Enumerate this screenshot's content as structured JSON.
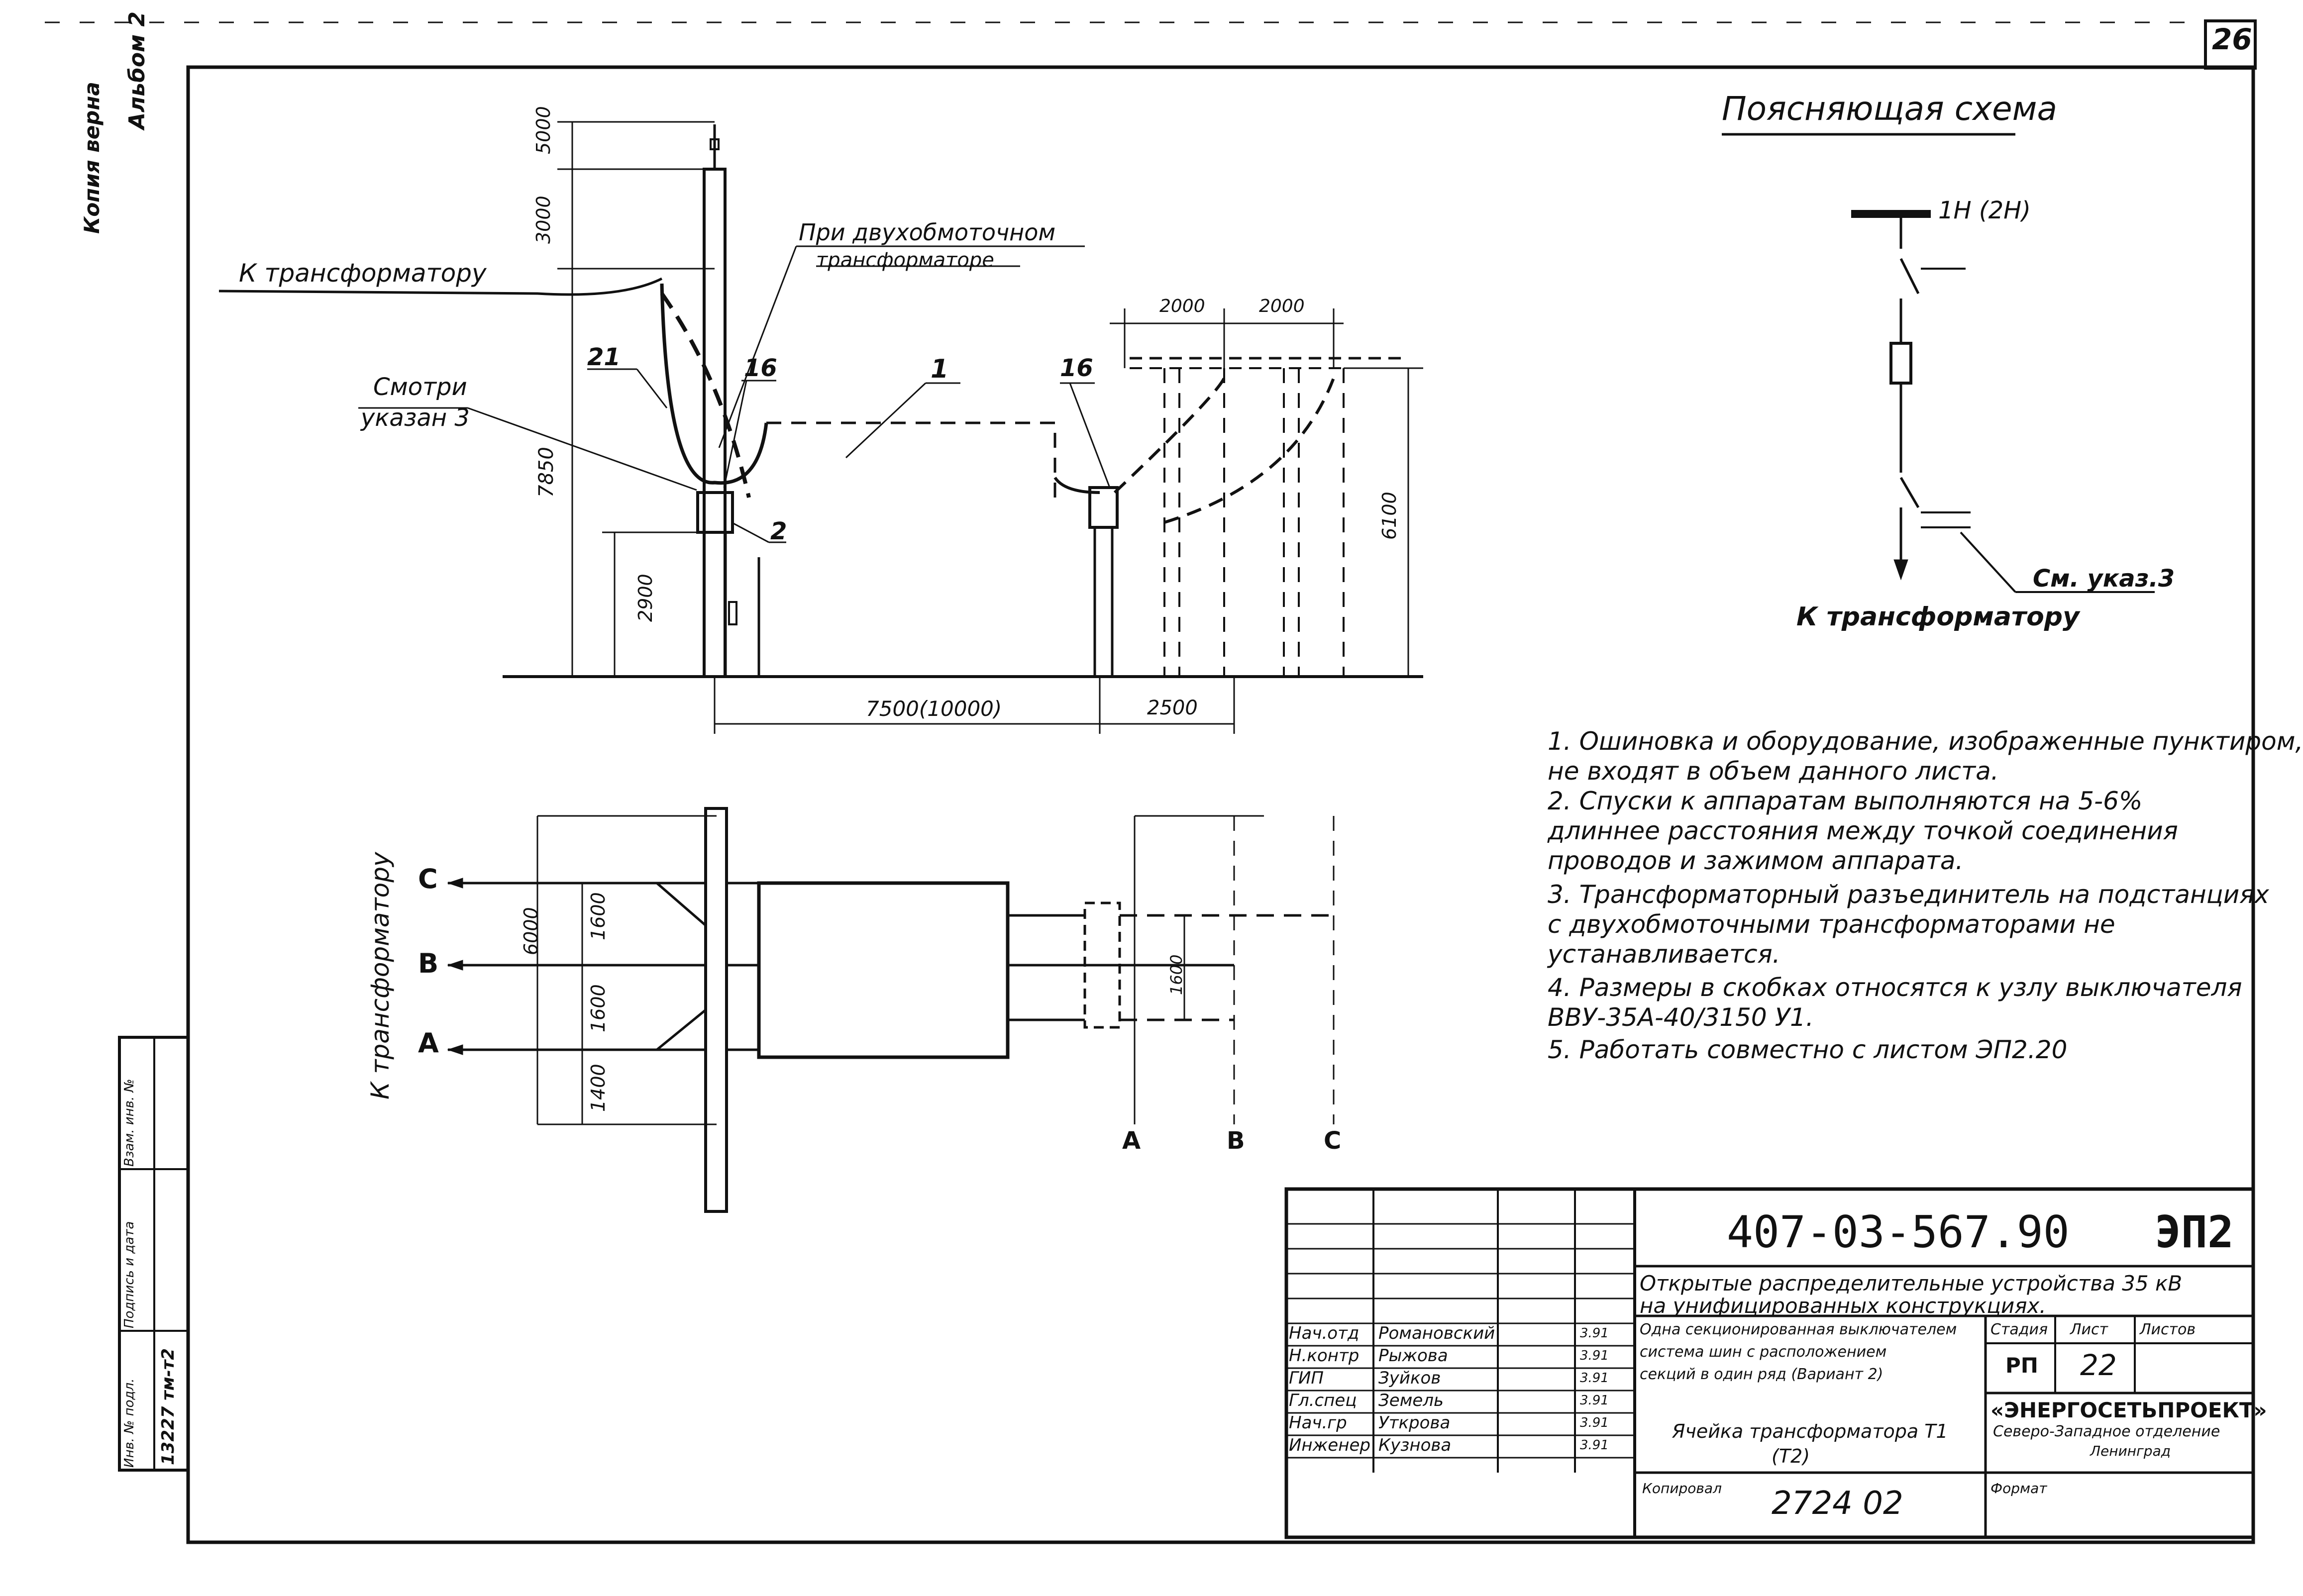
{
  "sheet": {
    "page_number": "26",
    "album_label": "Альбом 2",
    "copy_label": "Копия верна"
  },
  "scheme": {
    "title": "Поясняющая схема",
    "busbar_label": "1Н (2Н)",
    "arrow_label": "К трансформатору",
    "note_label": "См. указ.3"
  },
  "elevation": {
    "to_transformer": "К трансформатору",
    "two_winding_note_line1": "При двухобмоточном",
    "two_winding_note_line2": "трансформаторе",
    "see_note_line1": "Смотри",
    "see_note_line2": "указан 3",
    "dims": {
      "d5000": "5000",
      "d3000": "3000",
      "d7850": "7850",
      "d2900": "2900",
      "d6100": "6100",
      "d2000a": "2000",
      "d2000b": "2000",
      "d7500": "7500(10000)",
      "d2500": "2500"
    },
    "positions": {
      "p21": "21",
      "p16a": "16",
      "p1": "1",
      "p16b": "16",
      "p2": "2"
    }
  },
  "plan": {
    "to_transformer": "К трансформатору",
    "phases_left": [
      "C",
      "B",
      "A"
    ],
    "phases_bottom": [
      "A",
      "B",
      "C"
    ],
    "dims": {
      "d6000": "6000",
      "d1600a": "1600",
      "d1600b": "1600",
      "d1400": "1400",
      "dmid": "1600"
    }
  },
  "notes": [
    "1. Ошиновка и оборудование, изображенные пунктиром,",
    "   не входят в объем данного листа.",
    "2. Спуски к аппаратам выполняются на 5-6%",
    "   длиннее расстояния между точкой соединения",
    "   проводов и зажимом аппарата.",
    "3. Трансформаторный разъединитель на подстанциях",
    "   с двухобмоточными трансформаторами не",
    "   устанавливается.",
    "4. Размеры в скобках относятся к узлу выключателя",
    "   ВВУ-35А-40/3150 У1.",
    "5. Работать совместно с листом ЭП2.20"
  ],
  "title_block": {
    "doc_number": "407-03-567.90",
    "sheet_code": "ЭП2",
    "title_line1": "Открытые распределительные устройства 35 кВ",
    "title_line2": "на унифицированных конструкциях.",
    "desc_line1": "Одна секционированная выключателем",
    "desc_line2": "система шин с расположением",
    "desc_line3": "секций в один ряд  (Вариант 2)",
    "cell_title_line1": "Ячейка трансформатора Т1",
    "cell_title_line2": "(Т2)",
    "stage_header": "Стадия",
    "sheet_header": "Лист",
    "sheets_header": "Листов",
    "stage_value": "РП",
    "sheet_value": "22",
    "org_line1": "«ЭНЕРГОСЕТЬПРОЕКТ»",
    "org_line2": "Северо-Западное отделение",
    "org_line3": "Ленинград",
    "copied_label": "Копировал",
    "format_label": "Формат",
    "archive_number": "2724 02",
    "roles": [
      "Нач.отд",
      "Н.контр",
      "ГИП",
      "Гл.спец",
      "Нач.гр",
      "Инженер"
    ],
    "names": [
      "Романовский",
      "Рыжова",
      "Зуйков",
      "Земель",
      "Уткрова",
      "Кузнова"
    ],
    "dates": [
      "3.91",
      "3.91",
      "3.91",
      "3.91",
      "3.91",
      "3.91"
    ]
  },
  "side_stamp": {
    "inv_label": "Инв. № подл.",
    "sign_label": "Подпись и дата",
    "swap_label": "Взам. инв. №",
    "inv_value": "13227 тм-т2"
  }
}
